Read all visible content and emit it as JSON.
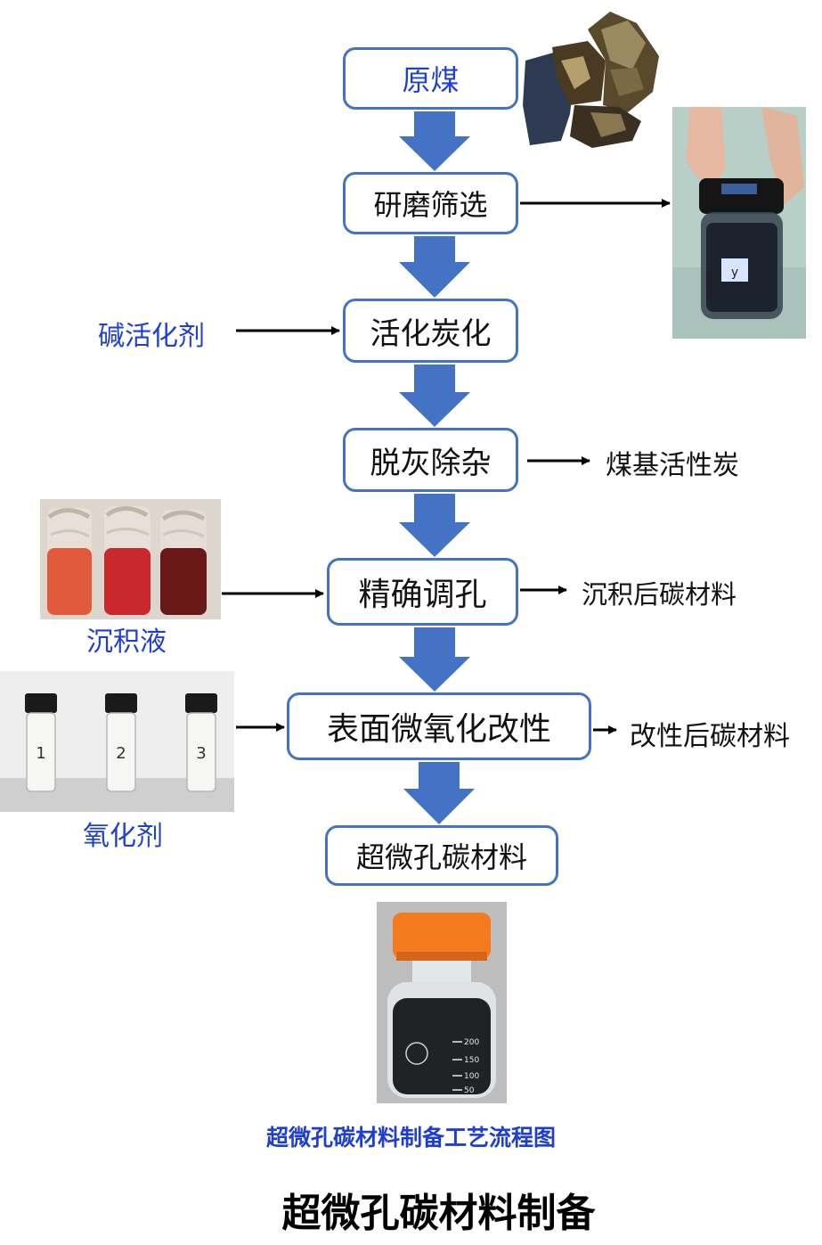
{
  "flow": {
    "steps": [
      "原煤",
      "研磨筛选",
      "活化炭化",
      "脱灰除杂",
      "精确调孔",
      "表面微氧化改性",
      "超微孔碳材料"
    ],
    "inputs": {
      "activation": "碱活化剂",
      "pore_tuning": "沉积液",
      "oxidation": "氧化剂"
    },
    "outputs": {
      "deashing": "煤基活性炭",
      "pore_tuning": "沉积后碳材料",
      "oxidation": "改性后碳材料"
    }
  },
  "photos": {
    "vial_labels": [
      "1",
      "2",
      "3"
    ],
    "bottle_label": "y",
    "beaker_marks": [
      "200",
      "150",
      "100",
      "50"
    ]
  },
  "caption": "超微孔碳材料制备工艺流程图",
  "title": "超微孔碳材料制备",
  "colors": {
    "box_border": "#4472c4",
    "flow_arrow": "#4472c4",
    "blue_text": "#1f3fd0"
  }
}
